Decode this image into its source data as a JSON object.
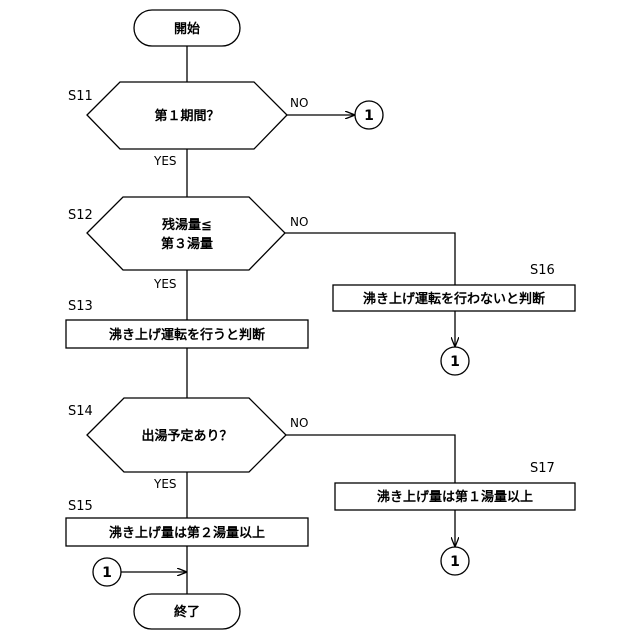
{
  "nodes": {
    "start": "開始",
    "d11": "第１期間？",
    "d12_line1": "残湯量≦",
    "d12_line2": "第３湯量",
    "p13": "沸き上げ運転を行うと判断",
    "p16": "沸き上げ運転を行わないと判断",
    "d14": "出湯予定あり？",
    "p15": "沸き上げ量は第２湯量以上",
    "p17": "沸き上げ量は第１湯量以上",
    "end": "終了"
  },
  "steps": {
    "s11": "S11",
    "s12": "S12",
    "s13": "S13",
    "s14": "S14",
    "s15": "S15",
    "s16": "S16",
    "s17": "S17"
  },
  "branches": {
    "yes": "YES",
    "no": "NO"
  },
  "connector": "1"
}
